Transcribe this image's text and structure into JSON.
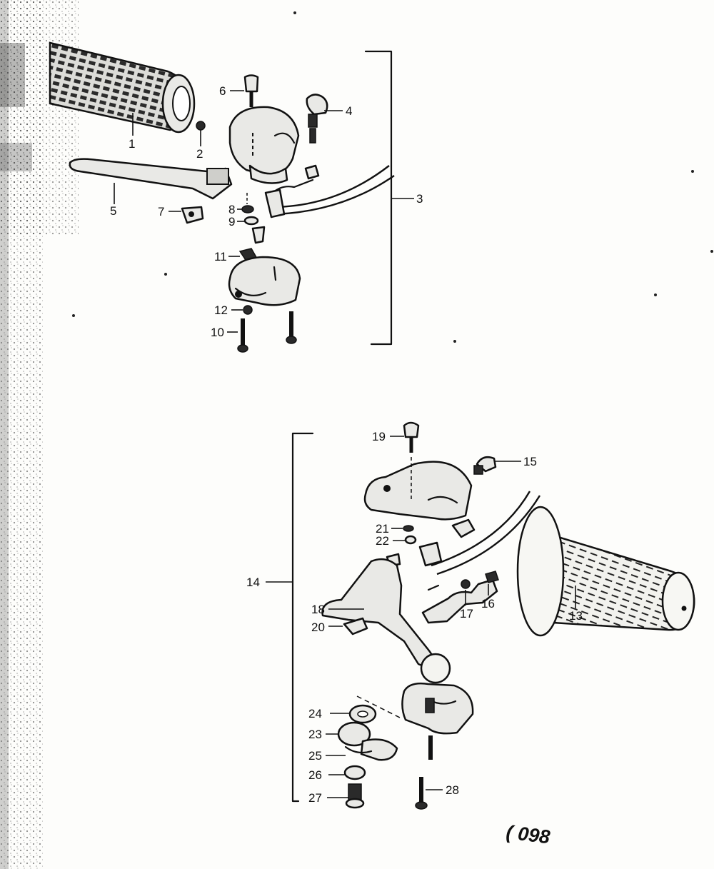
{
  "diagram": {
    "code_mark": "( 098",
    "labels": [
      "1",
      "2",
      "3",
      "4",
      "5",
      "6",
      "7",
      "8",
      "9",
      "10",
      "11",
      "12",
      "13",
      "14",
      "15",
      "16",
      "17",
      "18",
      "19",
      "20",
      "21",
      "22",
      "23",
      "24",
      "25",
      "26",
      "27",
      "28"
    ]
  }
}
